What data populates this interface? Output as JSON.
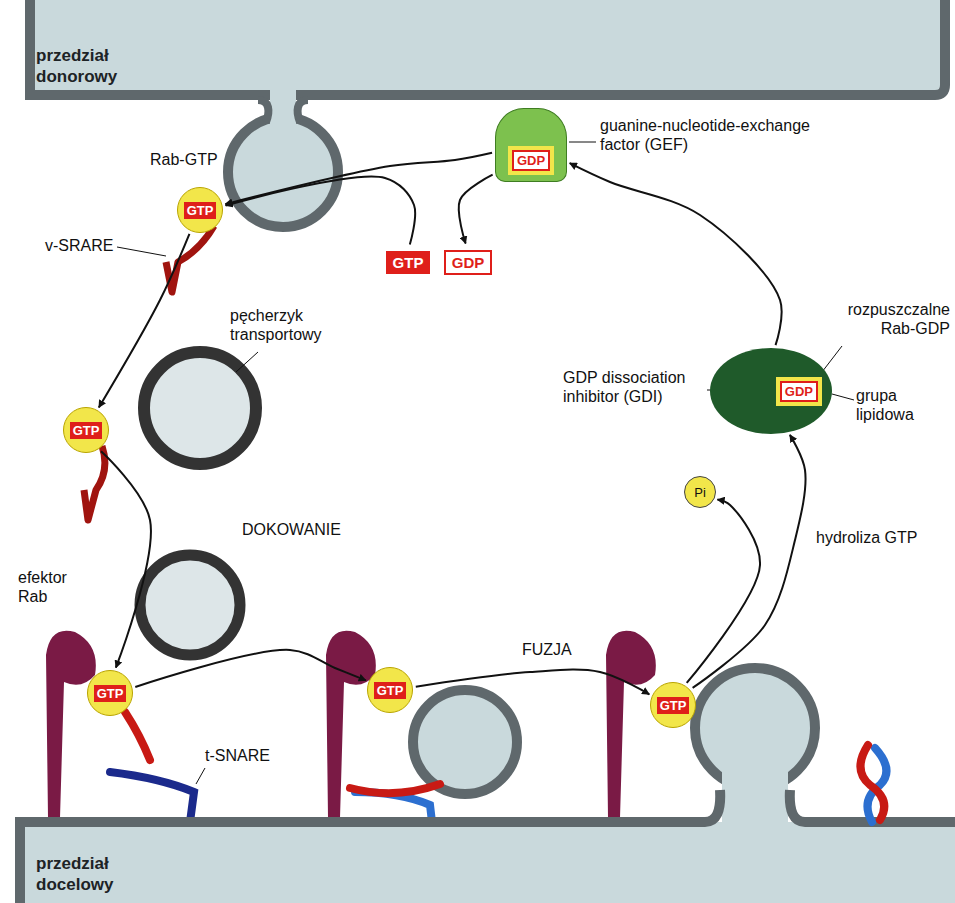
{
  "diagram": {
    "nodes": [
      {
        "text": [
          "przedział donorowy"
        ]
      },
      {
        "text": [
          "GTP"
        ]
      },
      {
        "text": [
          "GDP"
        ]
      },
      {
        "text": [
          "GTP"
        ]
      },
      {
        "text": [
          "GDP"
        ]
      },
      {
        "text": [
          "GTP"
        ]
      },
      {
        "text": [
          "GTP"
        ]
      },
      {
        "text": [
          "GTP"
        ]
      },
      {
        "text": [
          "GTP"
        ]
      },
      {
        "text": [
          "GDP"
        ]
      },
      {
        "text": [
          "Pi"
        ]
      },
      {
        "text": [
          "przedział docelowy"
        ]
      }
    ],
    "edges": [
      {
        "from": 1,
        "to": 5,
        "arrow": "to"
      },
      {
        "from": 5,
        "to": 6,
        "label": "DOKOWANIE",
        "arrow": "to"
      },
      {
        "from": 6,
        "to": 7,
        "arrow": "to"
      },
      {
        "from": 7,
        "to": 8,
        "label": "FUZJA",
        "arrow": "to"
      },
      {
        "from": 8,
        "to": 9,
        "label": "hydroliza GTP",
        "arrow": "to"
      },
      {
        "from": 8,
        "to": 10,
        "arrow": "to"
      },
      {
        "from": 9,
        "to": 2,
        "arrow": "to"
      },
      {
        "from": 2,
        "to": 1,
        "arrow": "to"
      },
      {
        "from": 3,
        "to": 1,
        "arrow": "to"
      },
      {
        "from": 2,
        "to": 4,
        "arrow": "to"
      }
    ],
    "labels": [
      "Rab-GTP",
      "v-SRARE",
      "pęcherzyk transportowy",
      "efektor Rab",
      "t-SNARE",
      "guanine-nucleotide-exchange factor (GEF)",
      "GDP dissociation inhibitor (GDI)",
      "rozpuszczalne Rab-GDP",
      "grupa lipidowa"
    ]
  }
}
